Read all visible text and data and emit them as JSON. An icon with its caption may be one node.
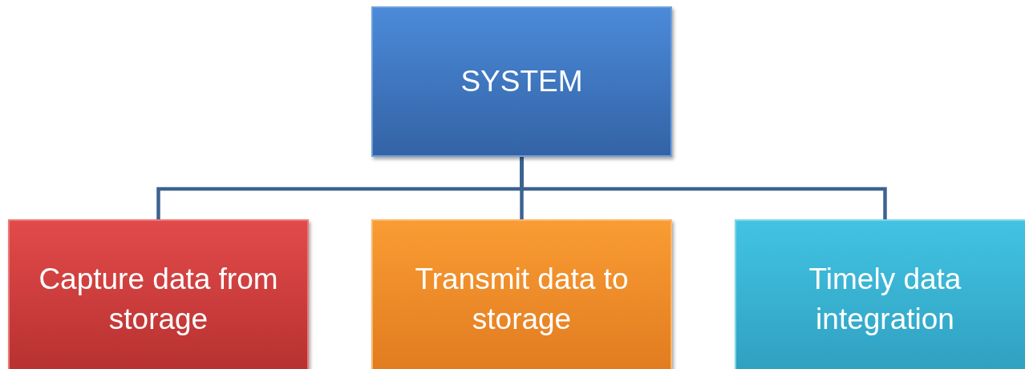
{
  "diagram": {
    "nodes": [
      {
        "text": [
          "SYSTEM"
        ]
      },
      {
        "text": [
          "Capture data from storage"
        ]
      },
      {
        "text": [
          "Transmit data to storage"
        ]
      },
      {
        "text": [
          "Timely data integration"
        ]
      }
    ],
    "edges": [
      {
        "from": 0,
        "to": 1,
        "arrow": "none"
      },
      {
        "from": 0,
        "to": 2,
        "arrow": "none"
      },
      {
        "from": 0,
        "to": 3,
        "arrow": "none"
      }
    ]
  }
}
